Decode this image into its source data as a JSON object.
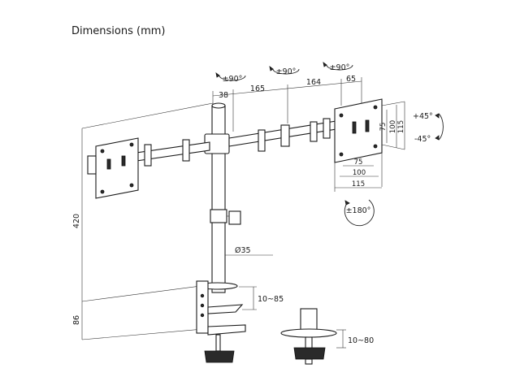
{
  "title": "Dimensions (mm)",
  "rotation": {
    "left_arm": "±90°",
    "middle_arm": "±90°",
    "right_arm": "±90°",
    "plate": "±180°"
  },
  "tilt": {
    "up": "+45°",
    "down": "-45°"
  },
  "arm_dims": {
    "a": "38",
    "b": "165",
    "c": "164",
    "d": "65"
  },
  "vesa": {
    "h75": "75",
    "h100": "100",
    "h115": "115",
    "v75": "75",
    "v100": "100",
    "v115": "115"
  },
  "heights": {
    "pole": "420",
    "clamp": "86"
  },
  "pole_diameter": "Ø35",
  "clamp_range": "10~85",
  "grommet_range": "10~80"
}
